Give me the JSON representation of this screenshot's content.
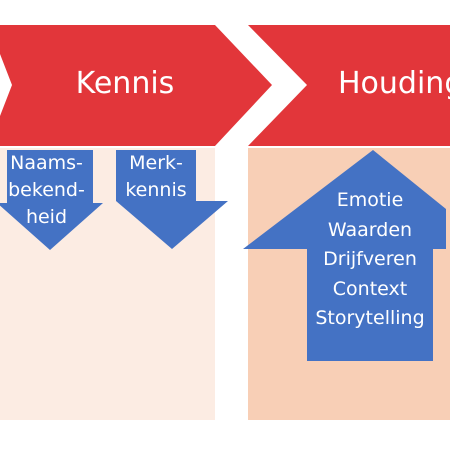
{
  "stages": [
    {
      "label": "Kennis"
    },
    {
      "label": "Houding"
    }
  ],
  "kennis_arrows": [
    {
      "lines": [
        "Naams-",
        "bekend-",
        "heid"
      ]
    },
    {
      "lines": [
        "Merk-",
        "kennis"
      ]
    }
  ],
  "houding_arrow": {
    "lines": [
      "Emotie",
      "Waarden",
      "Drijfveren",
      "Context",
      "Storytelling"
    ]
  },
  "colors": {
    "chevron_red": "#e2363a",
    "arrow_blue": "#4472c4",
    "kennis_panel": "#fcece3",
    "houding_panel": "#f8cfb6",
    "text": "#ffffff"
  }
}
